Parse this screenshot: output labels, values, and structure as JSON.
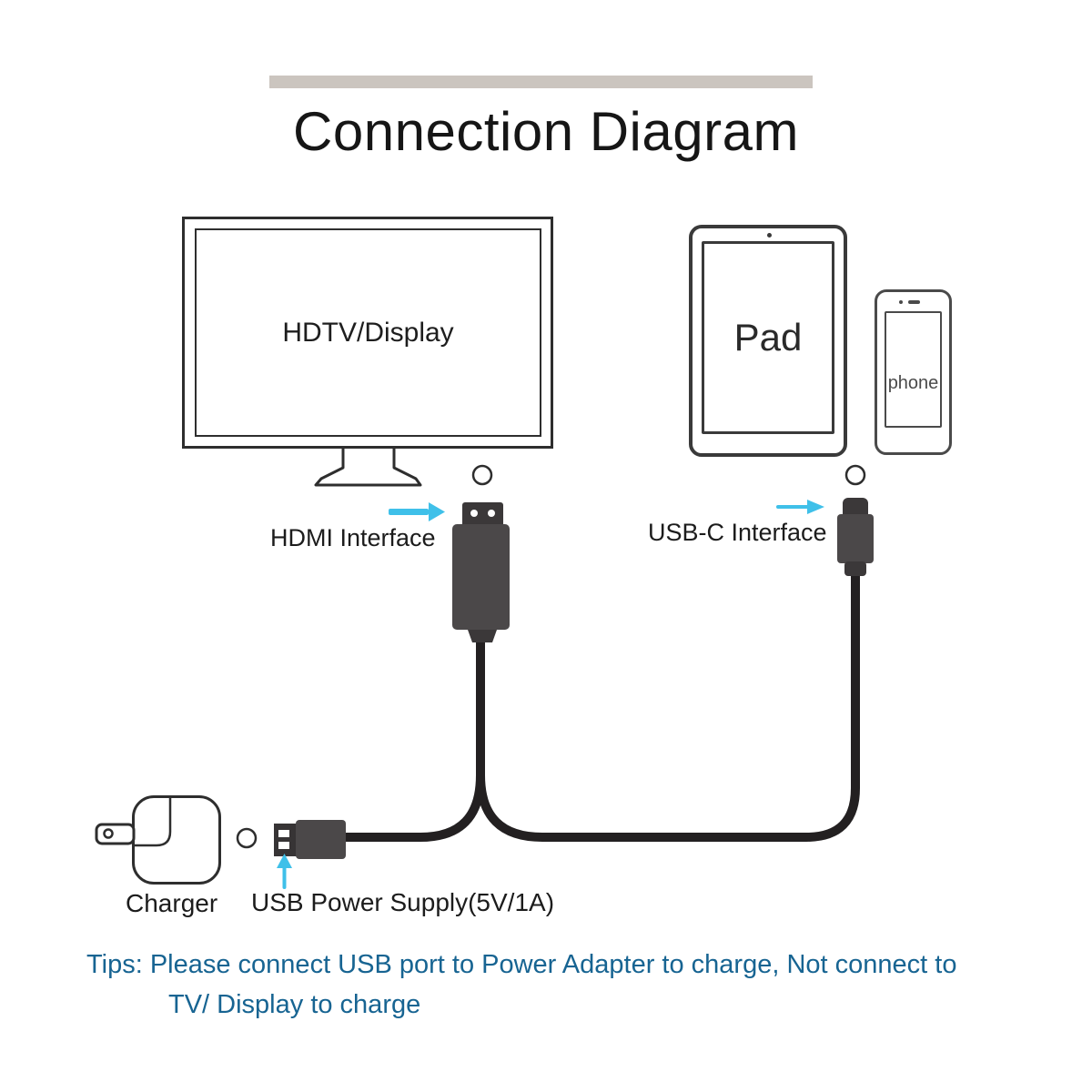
{
  "colors": {
    "background": "#ffffff",
    "top_bar": "#cbc5bf",
    "outline": "#2e2e2e",
    "cable": "#232021",
    "connector_body": "#4b4849",
    "connector_tip": "#3b3839",
    "arrow_accent": "#3fc0e9",
    "tips_text": "#176492",
    "text": "#1c1c1c"
  },
  "header": {
    "title": "Connection Diagram"
  },
  "devices": {
    "tv": {
      "label": "HDTV/Display"
    },
    "pad": {
      "label": "Pad"
    },
    "phone": {
      "label": "phone"
    },
    "charger": {
      "label": "Charger"
    }
  },
  "labels": {
    "hdmi": "HDMI Interface",
    "usb_c": "USB-C Interface",
    "usb_power": "USB Power Supply(5V/1A)"
  },
  "tips": {
    "line1": "Tips: Please connect USB port to Power Adapter to charge, Not connect to",
    "line2": "TV/ Display to charge"
  },
  "icons": {
    "hdmi_arrow": "right-arrow",
    "usb_c_arrow": "right-arrow",
    "usb_power_arrow": "up-arrow",
    "connection_dots": "circle-indicator"
  }
}
